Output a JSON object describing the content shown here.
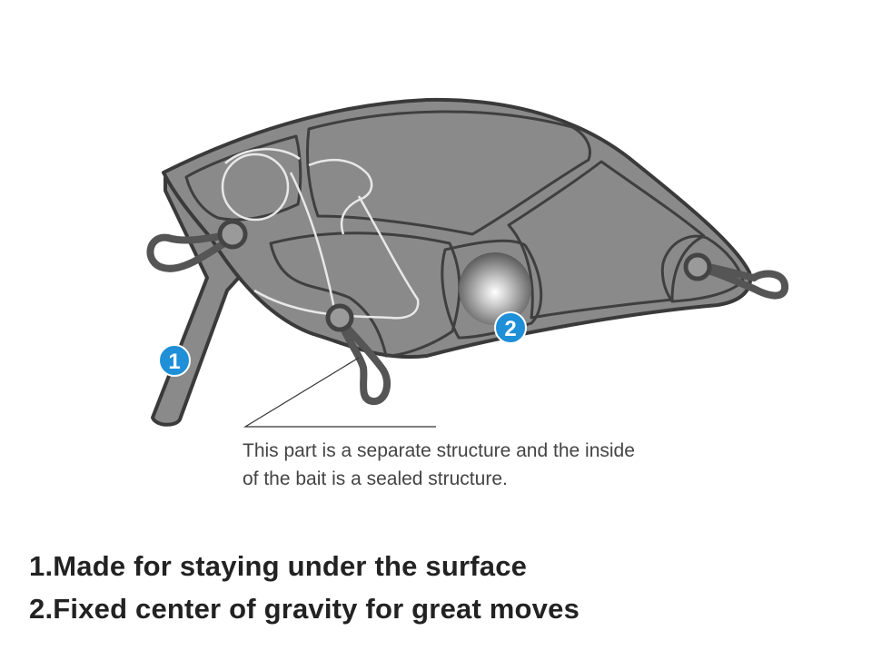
{
  "callout": {
    "line1": "This part is a separate structure and the inside",
    "line2": "of the bait is a sealed structure."
  },
  "badges": {
    "lip": "1",
    "weight": "2"
  },
  "features": [
    "1.Made for staying under the surface",
    "2.Fixed center of gravity for great moves"
  ],
  "colors": {
    "body": "#8a8a8a",
    "outline": "#3a3a3a",
    "badge": "#1f8fd8",
    "ring": "#555555"
  }
}
